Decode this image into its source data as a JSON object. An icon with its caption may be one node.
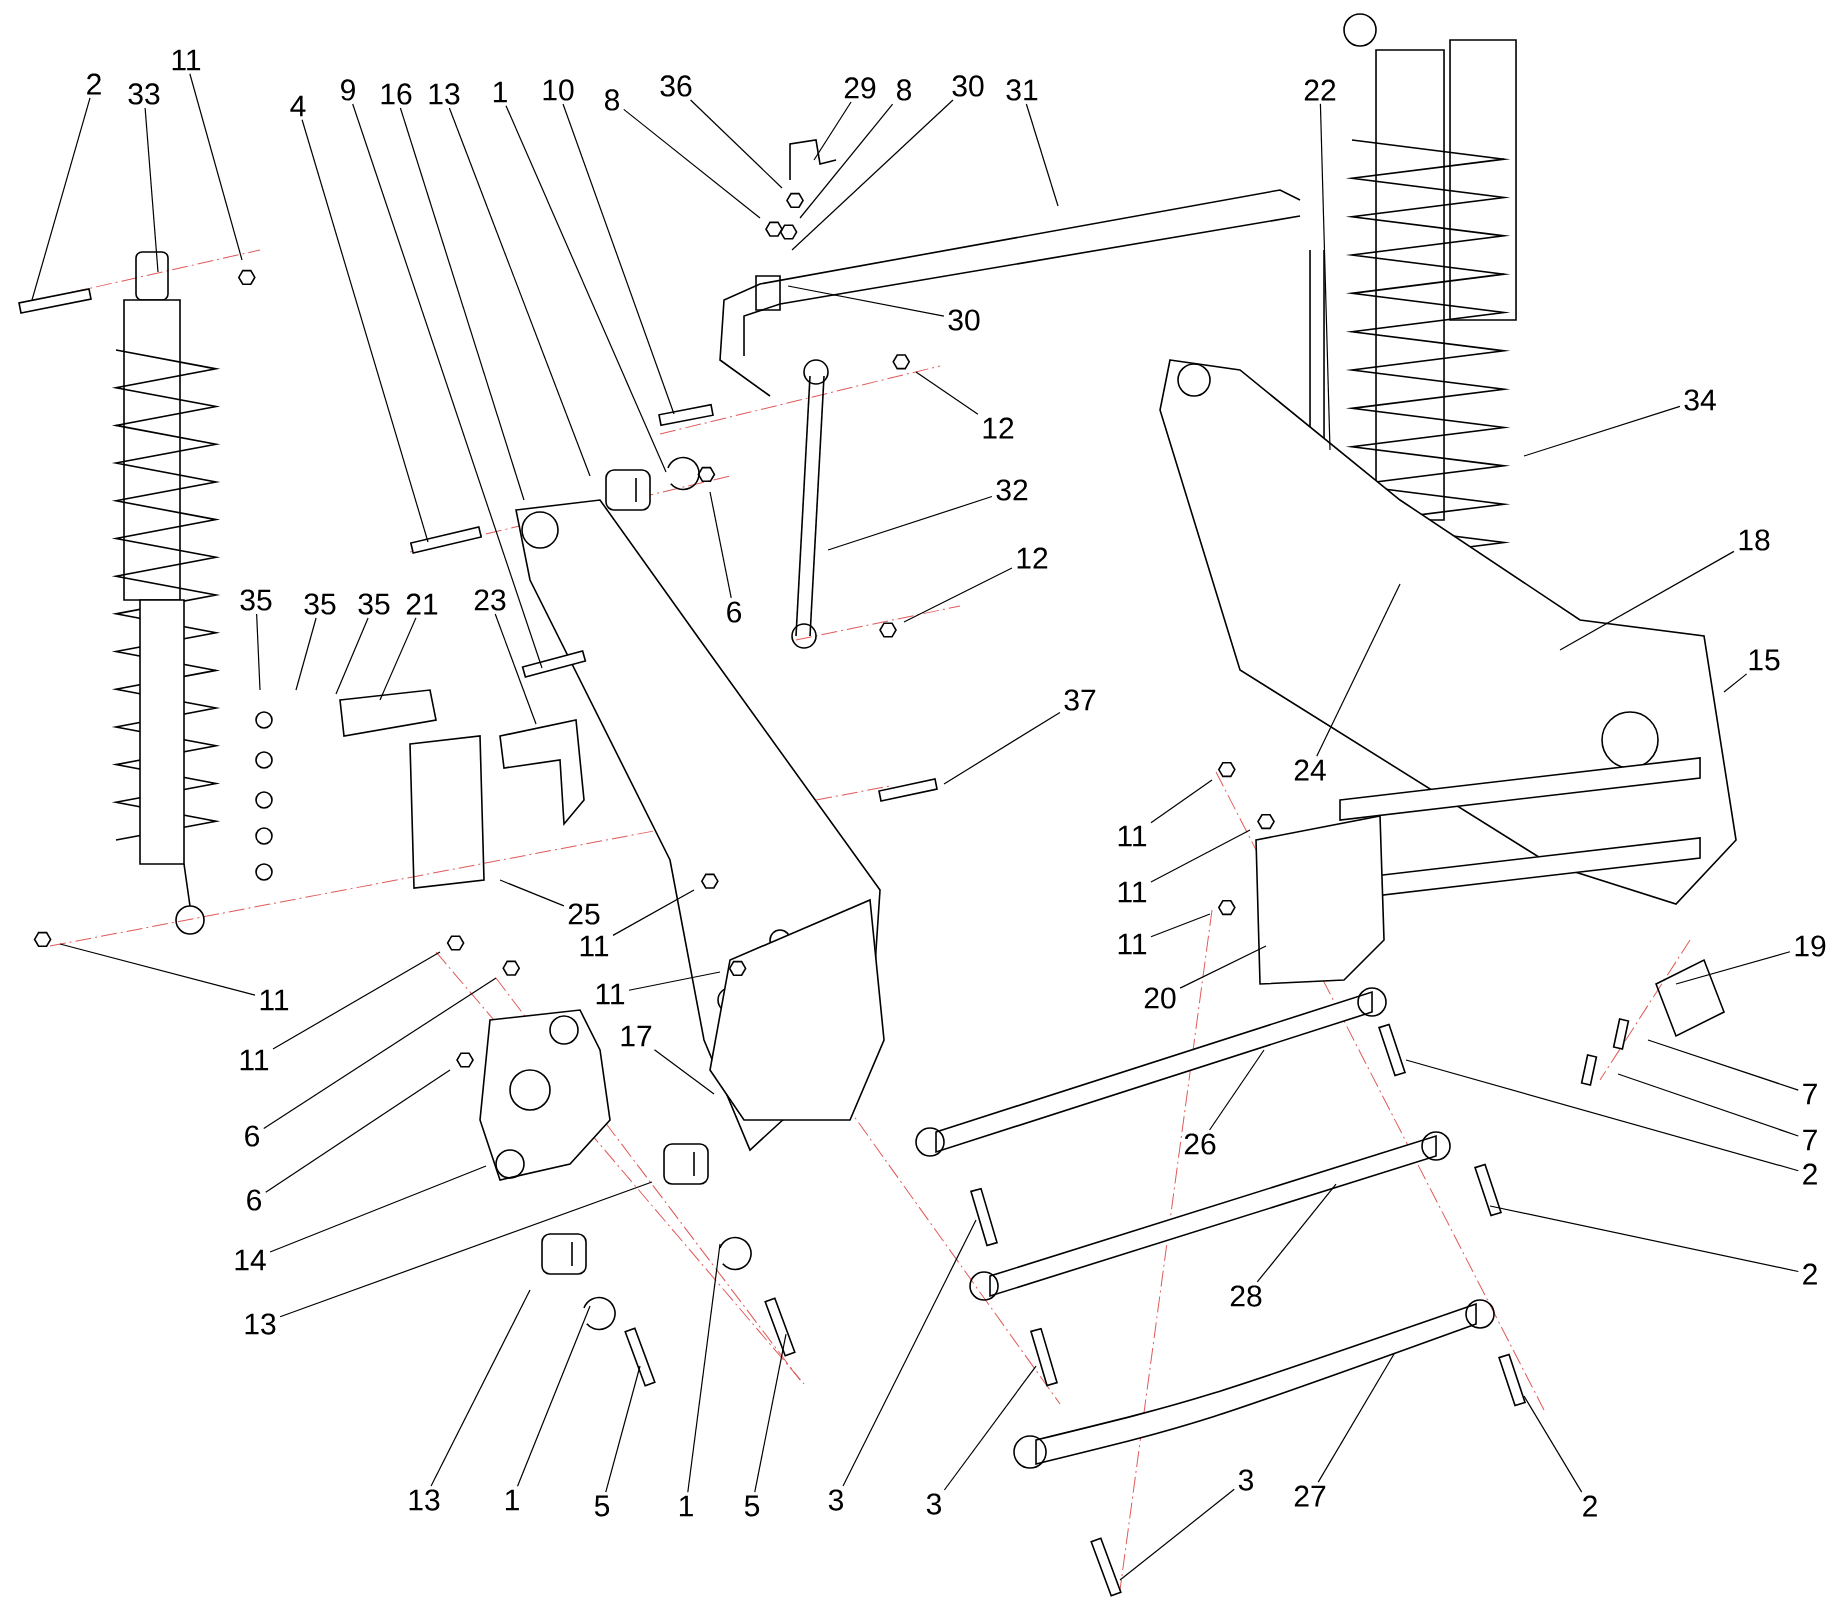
{
  "diagram": {
    "nodes": [
      {
        "text": [
          "2"
        ]
      },
      {
        "text": [
          "33"
        ]
      },
      {
        "text": [
          "11"
        ]
      },
      {
        "text": [
          "4"
        ]
      },
      {
        "text": [
          "9"
        ]
      },
      {
        "text": [
          "16"
        ]
      },
      {
        "text": [
          "13"
        ]
      },
      {
        "text": [
          "1"
        ]
      },
      {
        "text": [
          "10"
        ]
      },
      {
        "text": [
          "8"
        ]
      },
      {
        "text": [
          "36"
        ]
      },
      {
        "text": [
          "29"
        ]
      },
      {
        "text": [
          "8"
        ]
      },
      {
        "text": [
          "30"
        ]
      },
      {
        "text": [
          "31"
        ]
      },
      {
        "text": [
          "22"
        ]
      },
      {
        "text": [
          "30"
        ]
      },
      {
        "text": [
          "34"
        ]
      },
      {
        "text": [
          "12"
        ]
      },
      {
        "text": [
          "32"
        ]
      },
      {
        "text": [
          "18"
        ]
      },
      {
        "text": [
          "6"
        ]
      },
      {
        "text": [
          "12"
        ]
      },
      {
        "text": [
          "35"
        ]
      },
      {
        "text": [
          "35"
        ]
      },
      {
        "text": [
          "35"
        ]
      },
      {
        "text": [
          "21"
        ]
      },
      {
        "text": [
          "23"
        ]
      },
      {
        "text": [
          "15"
        ]
      },
      {
        "text": [
          "37"
        ]
      },
      {
        "text": [
          "24"
        ]
      },
      {
        "text": [
          "11"
        ]
      },
      {
        "text": [
          "11"
        ]
      },
      {
        "text": [
          "11"
        ]
      },
      {
        "text": [
          "25"
        ]
      },
      {
        "text": [
          "11"
        ]
      },
      {
        "text": [
          "11"
        ]
      },
      {
        "text": [
          "19"
        ]
      },
      {
        "text": [
          "11"
        ]
      },
      {
        "text": [
          "20"
        ]
      },
      {
        "text": [
          "11"
        ]
      },
      {
        "text": [
          "6"
        ]
      },
      {
        "text": [
          "17"
        ]
      },
      {
        "text": [
          "7"
        ]
      },
      {
        "text": [
          "6"
        ]
      },
      {
        "text": [
          "7"
        ]
      },
      {
        "text": [
          "2"
        ]
      },
      {
        "text": [
          "26"
        ]
      },
      {
        "text": [
          "14"
        ]
      },
      {
        "text": [
          "13"
        ]
      },
      {
        "text": [
          "2"
        ]
      },
      {
        "text": [
          "28"
        ]
      },
      {
        "text": [
          "13"
        ]
      },
      {
        "text": [
          "1"
        ]
      },
      {
        "text": [
          "5"
        ]
      },
      {
        "text": [
          "1"
        ]
      },
      {
        "text": [
          "5"
        ]
      },
      {
        "text": [
          "3"
        ]
      },
      {
        "text": [
          "3"
        ]
      },
      {
        "text": [
          "27"
        ]
      },
      {
        "text": [
          "3"
        ]
      },
      {
        "text": [
          "2"
        ]
      }
    ],
    "edges": [
      {
        "from": 0,
        "to": null,
        "arrow": "none"
      },
      {
        "from": 1,
        "to": null,
        "arrow": "none"
      },
      {
        "from": 2,
        "to": null,
        "arrow": "none"
      },
      {
        "from": 3,
        "to": null,
        "arrow": "none"
      },
      {
        "from": 4,
        "to": null,
        "arrow": "none"
      },
      {
        "from": 5,
        "to": null,
        "arrow": "none"
      },
      {
        "from": 6,
        "to": null,
        "arrow": "none"
      },
      {
        "from": 7,
        "to": null,
        "arrow": "none"
      },
      {
        "from": 8,
        "to": null,
        "arrow": "none"
      },
      {
        "from": 9,
        "to": null,
        "arrow": "none"
      },
      {
        "from": 10,
        "to": null,
        "arrow": "none"
      },
      {
        "from": 11,
        "to": null,
        "arrow": "none"
      },
      {
        "from": 12,
        "to": null,
        "arrow": "none"
      },
      {
        "from": 13,
        "to": null,
        "arrow": "none"
      },
      {
        "from": 14,
        "to": null,
        "arrow": "none"
      },
      {
        "from": 15,
        "to": null,
        "arrow": "none"
      },
      {
        "from": 16,
        "to": null,
        "arrow": "none"
      },
      {
        "from": 17,
        "to": null,
        "arrow": "none"
      },
      {
        "from": 18,
        "to": null,
        "arrow": "none"
      },
      {
        "from": 19,
        "to": null,
        "arrow": "none"
      },
      {
        "from": 20,
        "to": null,
        "arrow": "none"
      },
      {
        "from": 21,
        "to": null,
        "arrow": "none"
      },
      {
        "from": 22,
        "to": null,
        "arrow": "none"
      },
      {
        "from": 23,
        "to": null,
        "arrow": "none"
      },
      {
        "from": 24,
        "to": null,
        "arrow": "none"
      },
      {
        "from": 25,
        "to": null,
        "arrow": "none"
      },
      {
        "from": 26,
        "to": null,
        "arrow": "none"
      },
      {
        "from": 27,
        "to": null,
        "arrow": "none"
      },
      {
        "from": 28,
        "to": null,
        "arrow": "none"
      },
      {
        "from": 29,
        "to": null,
        "arrow": "none"
      },
      {
        "from": 30,
        "to": null,
        "arrow": "none"
      },
      {
        "from": 31,
        "to": null,
        "arrow": "none"
      },
      {
        "from": 32,
        "to": null,
        "arrow": "none"
      },
      {
        "from": 33,
        "to": null,
        "arrow": "none"
      },
      {
        "from": 34,
        "to": null,
        "arrow": "none"
      },
      {
        "from": 35,
        "to": null,
        "arrow": "none"
      },
      {
        "from": 36,
        "to": null,
        "arrow": "none"
      },
      {
        "from": 37,
        "to": null,
        "arrow": "none"
      },
      {
        "from": 38,
        "to": null,
        "arrow": "none"
      },
      {
        "from": 39,
        "to": null,
        "arrow": "none"
      },
      {
        "from": 40,
        "to": null,
        "arrow": "none"
      },
      {
        "from": 41,
        "to": null,
        "arrow": "none"
      },
      {
        "from": 42,
        "to": null,
        "arrow": "none"
      },
      {
        "from": 43,
        "to": null,
        "arrow": "none"
      },
      {
        "from": 44,
        "to": null,
        "arrow": "none"
      },
      {
        "from": 45,
        "to": null,
        "arrow": "none"
      },
      {
        "from": 46,
        "to": null,
        "arrow": "none"
      },
      {
        "from": 47,
        "to": null,
        "arrow": "none"
      },
      {
        "from": 48,
        "to": null,
        "arrow": "none"
      },
      {
        "from": 49,
        "to": null,
        "arrow": "none"
      },
      {
        "from": 50,
        "to": null,
        "arrow": "none"
      },
      {
        "from": 51,
        "to": null,
        "arrow": "none"
      },
      {
        "from": 52,
        "to": null,
        "arrow": "none"
      },
      {
        "from": 53,
        "to": null,
        "arrow": "none"
      },
      {
        "from": 54,
        "to": null,
        "arrow": "none"
      },
      {
        "from": 55,
        "to": null,
        "arrow": "none"
      },
      {
        "from": 56,
        "to": null,
        "arrow": "none"
      },
      {
        "from": 57,
        "to": null,
        "arrow": "none"
      },
      {
        "from": 58,
        "to": null,
        "arrow": "none"
      },
      {
        "from": 59,
        "to": null,
        "arrow": "none"
      },
      {
        "from": 60,
        "to": null,
        "arrow": "none"
      },
      {
        "from": 61,
        "to": null,
        "arrow": "none"
      }
    ]
  }
}
